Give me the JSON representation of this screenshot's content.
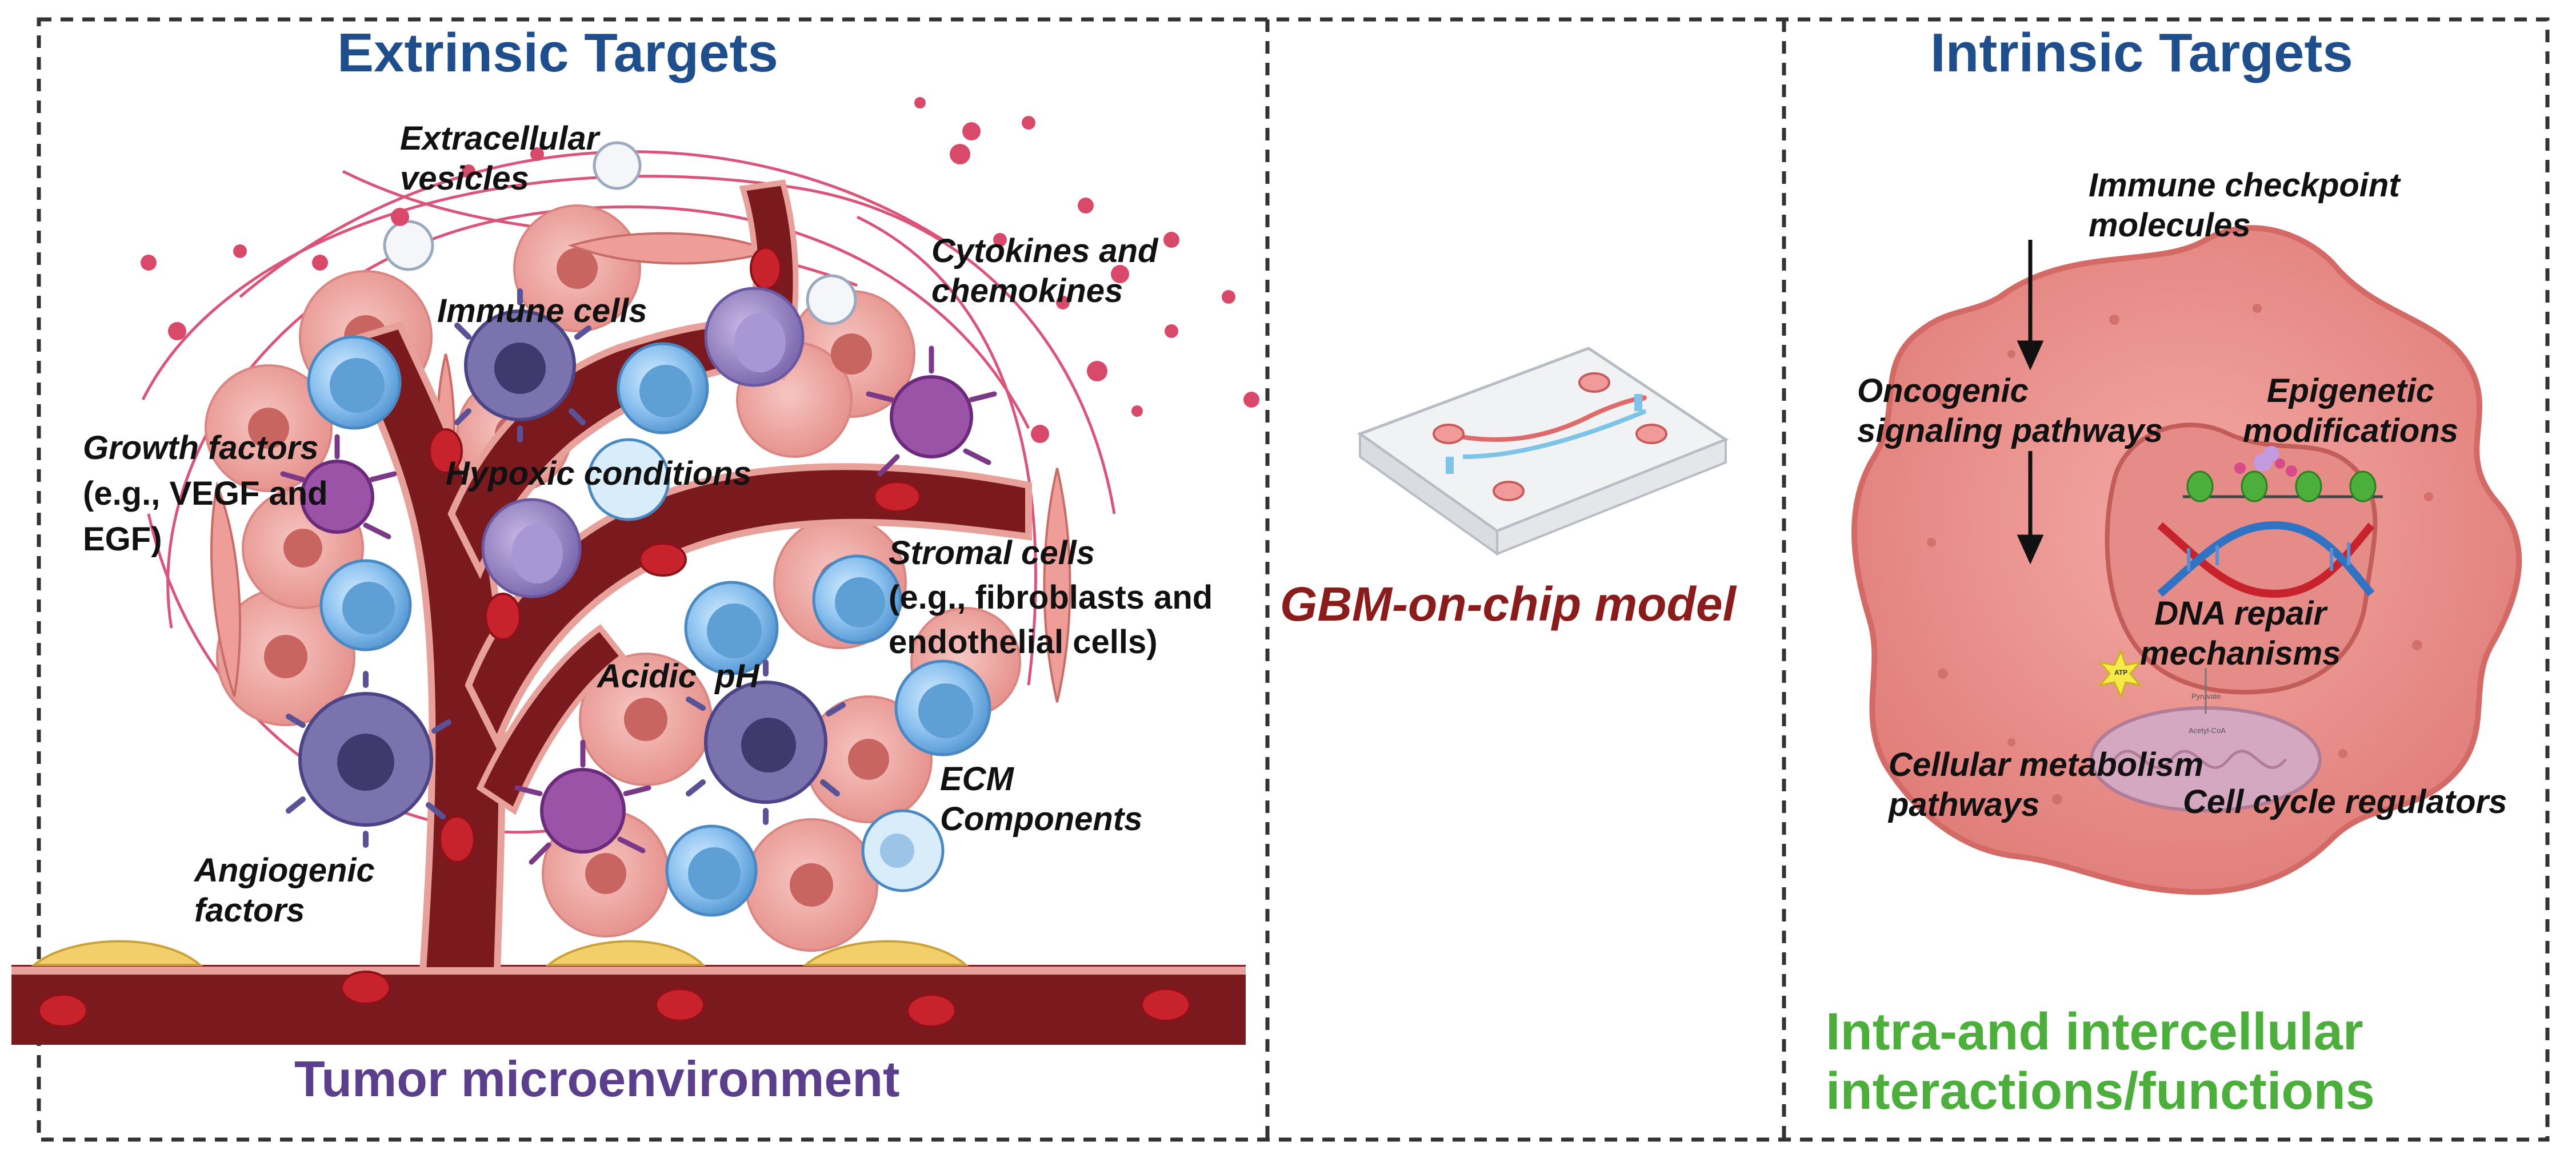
{
  "panels": {
    "extrinsic": {
      "title": "Extrinsic Targets",
      "footer": "Tumor microenvironment",
      "labels": {
        "extracellular_vesicles": [
          "Extracellular",
          "vesicles"
        ],
        "immune_cells": "Immune cells",
        "cytokines": [
          "Cytokines and",
          "chemokines"
        ],
        "growth_factors": [
          "Growth factors",
          "(e.g., VEGF and",
          "EGF)"
        ],
        "hypoxic": "Hypoxic conditions",
        "stromal": [
          "Stromal cells",
          "(e.g., fibroblasts and",
          "endothelial cells)"
        ],
        "acidic": "Acidic  pH",
        "ecm": [
          "ECM",
          "Components"
        ],
        "angiogenic": [
          "Angiogenic",
          "factors"
        ]
      }
    },
    "center": {
      "label": "GBM-on-chip model"
    },
    "intrinsic": {
      "title": "Intrinsic Targets",
      "footer": [
        "Intra-and intercellular",
        "interactions/functions"
      ],
      "labels": {
        "checkpoint": [
          "Immune checkpoint",
          "molecules"
        ],
        "oncogenic": [
          "Oncogenic",
          "signaling pathways"
        ],
        "epigenetic": [
          "Epigenetic",
          "modifications"
        ],
        "dna_repair": [
          "DNA repair",
          "mechanisms"
        ],
        "metabolism": [
          "Cellular metabolism",
          "pathways"
        ],
        "cell_cycle": "Cell cycle regulators",
        "atp": "ATP",
        "pyruvate": "Pyruvate",
        "acetyl_coa": "Acetyl-CoA"
      }
    }
  },
  "colors": {
    "extrinsic_title": "#1f4e8c",
    "intrinsic_title": "#1f4e8c",
    "tme_footer": "#5b3e8c",
    "chip_label": "#8b1c1c",
    "intrinsic_footer": "#4caf3c",
    "vessel": "#7a1a1f",
    "cell_pink": "#f2a7a3",
    "border": "#333333"
  }
}
